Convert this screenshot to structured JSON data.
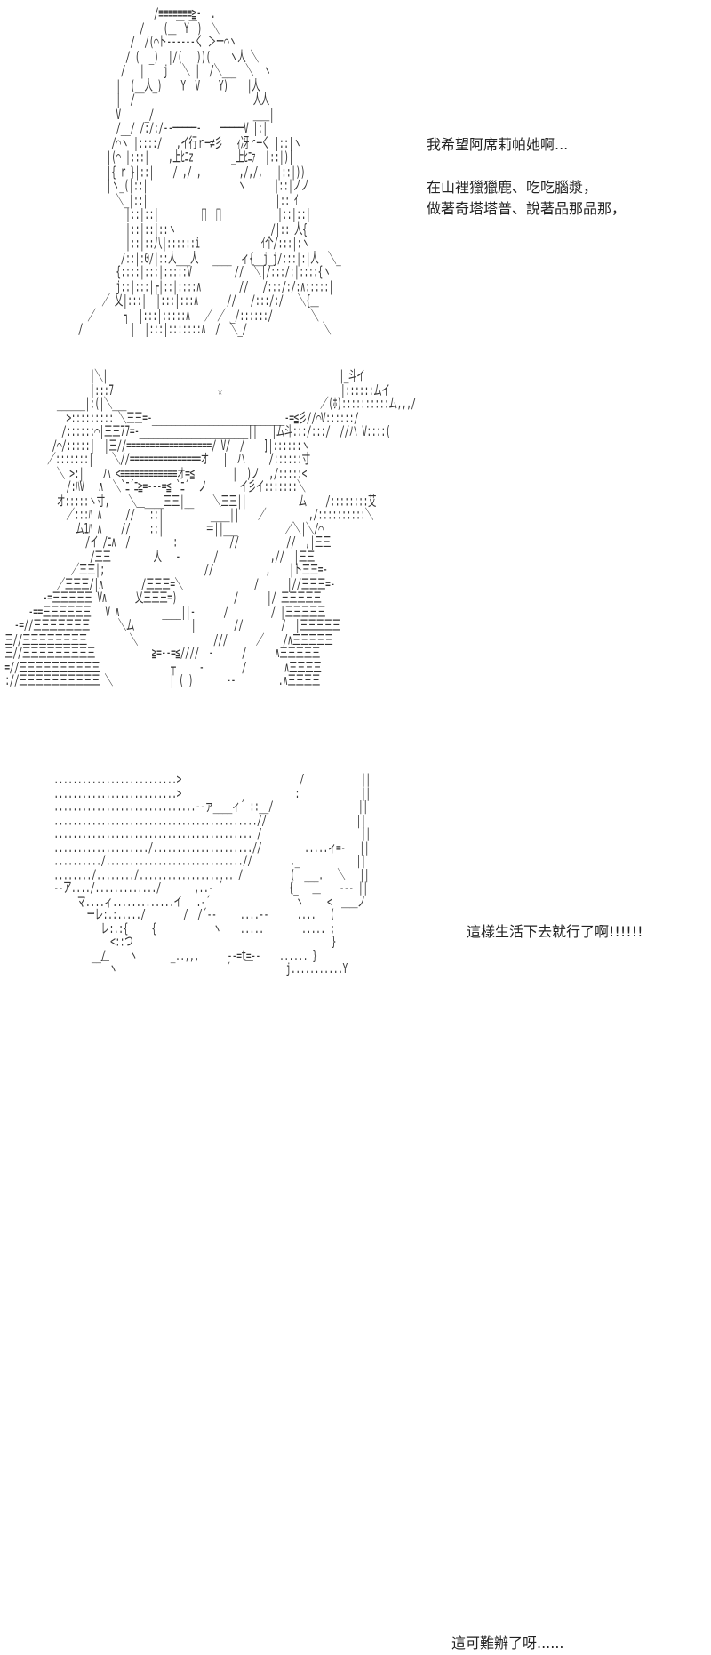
{
  "panels": [
    {
      "caption_lines": [
        "我希望阿席莉帕她啊...",
        "在山裡獵獵鹿、吃吃腦漿，",
        "做著奇塔塔普、說著品那品那，"
      ]
    },
    {
      "caption_lines": [
        "這樣生活下去就行了啊!!!!!!"
      ]
    },
    {
      "caption_lines": [
        "這可難辦了呀......"
      ]
    }
  ]
}
